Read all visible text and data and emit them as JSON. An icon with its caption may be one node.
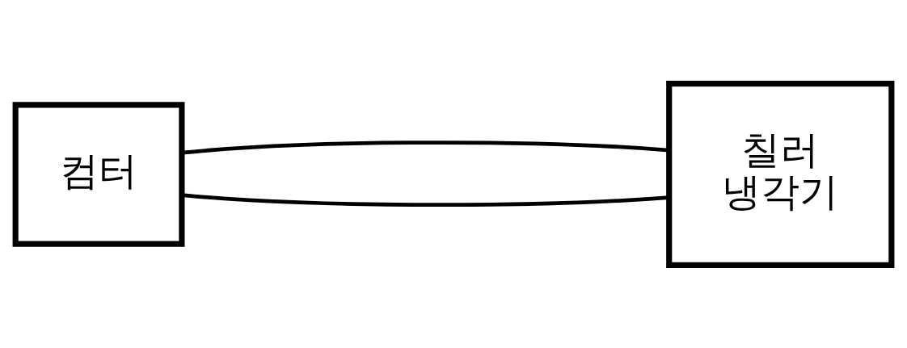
{
  "diagram": {
    "nodes": [
      {
        "text": [
          "컴터"
        ]
      },
      {
        "text": [
          "칠러",
          "냉각기"
        ]
      }
    ],
    "edges": [
      {
        "from": 0,
        "to": 1,
        "arrow": "none"
      },
      {
        "from": 0,
        "to": 1,
        "arrow": "none"
      }
    ]
  }
}
